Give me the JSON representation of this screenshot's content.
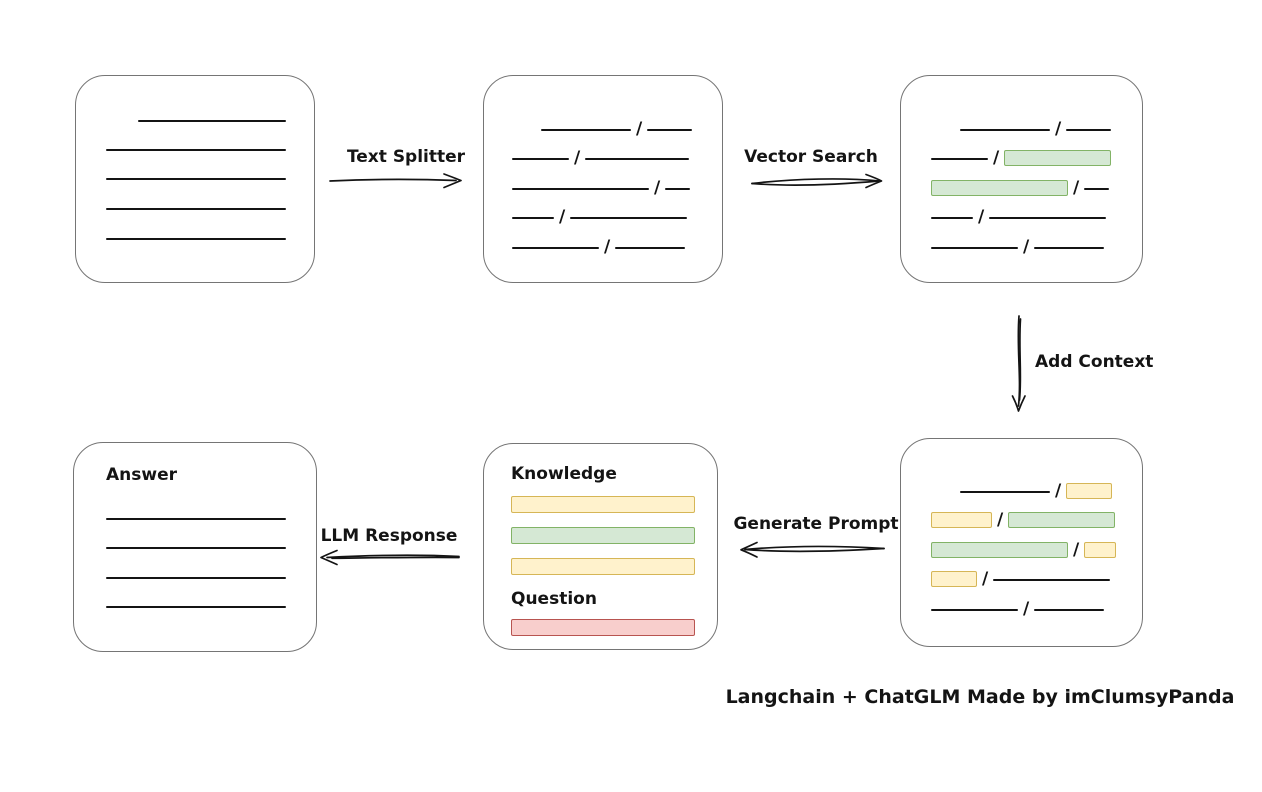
{
  "caption": "Langchain + ChatGLM Made by imClumsyPanda",
  "slash": "/",
  "arrows": {
    "text_splitter": "Text Splitter",
    "vector_search": "Vector Search",
    "add_context": "Add Context",
    "generate_prompt": "Generate Prompt",
    "llm_response": "LLM Response"
  },
  "nodes": {
    "answer": {
      "title": "Answer"
    },
    "prompt": {
      "knowledge_label": "Knowledge",
      "question_label": "Question"
    }
  },
  "colors": {
    "green_fill": "#d5e8d4",
    "green_border": "#82b366",
    "yellow_fill": "#fff2cc",
    "yellow_border": "#d6b656",
    "red_fill": "#f8cecc",
    "red_border": "#b85450",
    "box_border": "#757575",
    "ink": "#141414"
  }
}
